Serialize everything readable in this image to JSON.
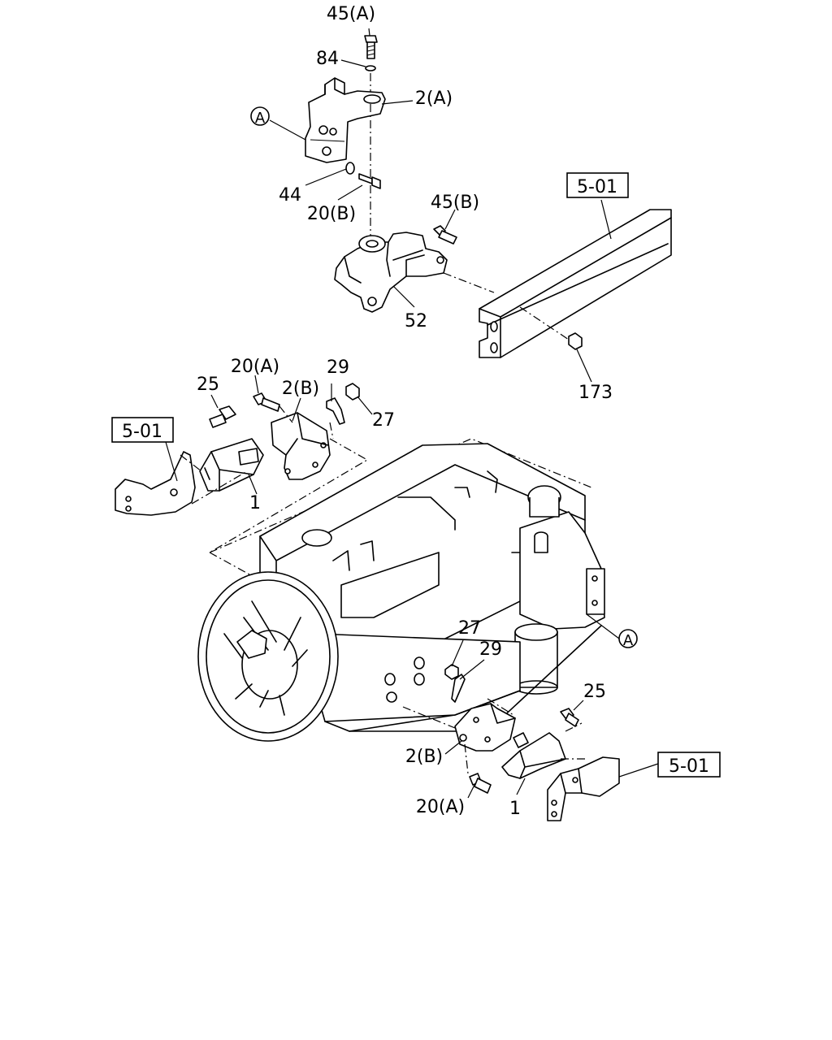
{
  "callouts": {
    "c45a": "45(A)",
    "c84": "84",
    "c2a": "2(A)",
    "cA_top": "A",
    "c44": "44",
    "c20b": "20(B)",
    "c45b": "45(B)",
    "c52": "52",
    "c173": "173",
    "c25_top": "25",
    "c20a_top": "20(A)",
    "c2b_top": "2(B)",
    "c29_top": "29",
    "c27_top": "27",
    "c1_top": "1",
    "cA_right": "A",
    "c27_bot": "27",
    "c29_bot": "29",
    "c25_bot": "25",
    "c2b_bot": "2(B)",
    "c20a_bot": "20(A)",
    "c1_bot": "1"
  },
  "refs": {
    "frame_top": "5-01",
    "frame_left": "5-01",
    "frame_right": "5-01"
  }
}
